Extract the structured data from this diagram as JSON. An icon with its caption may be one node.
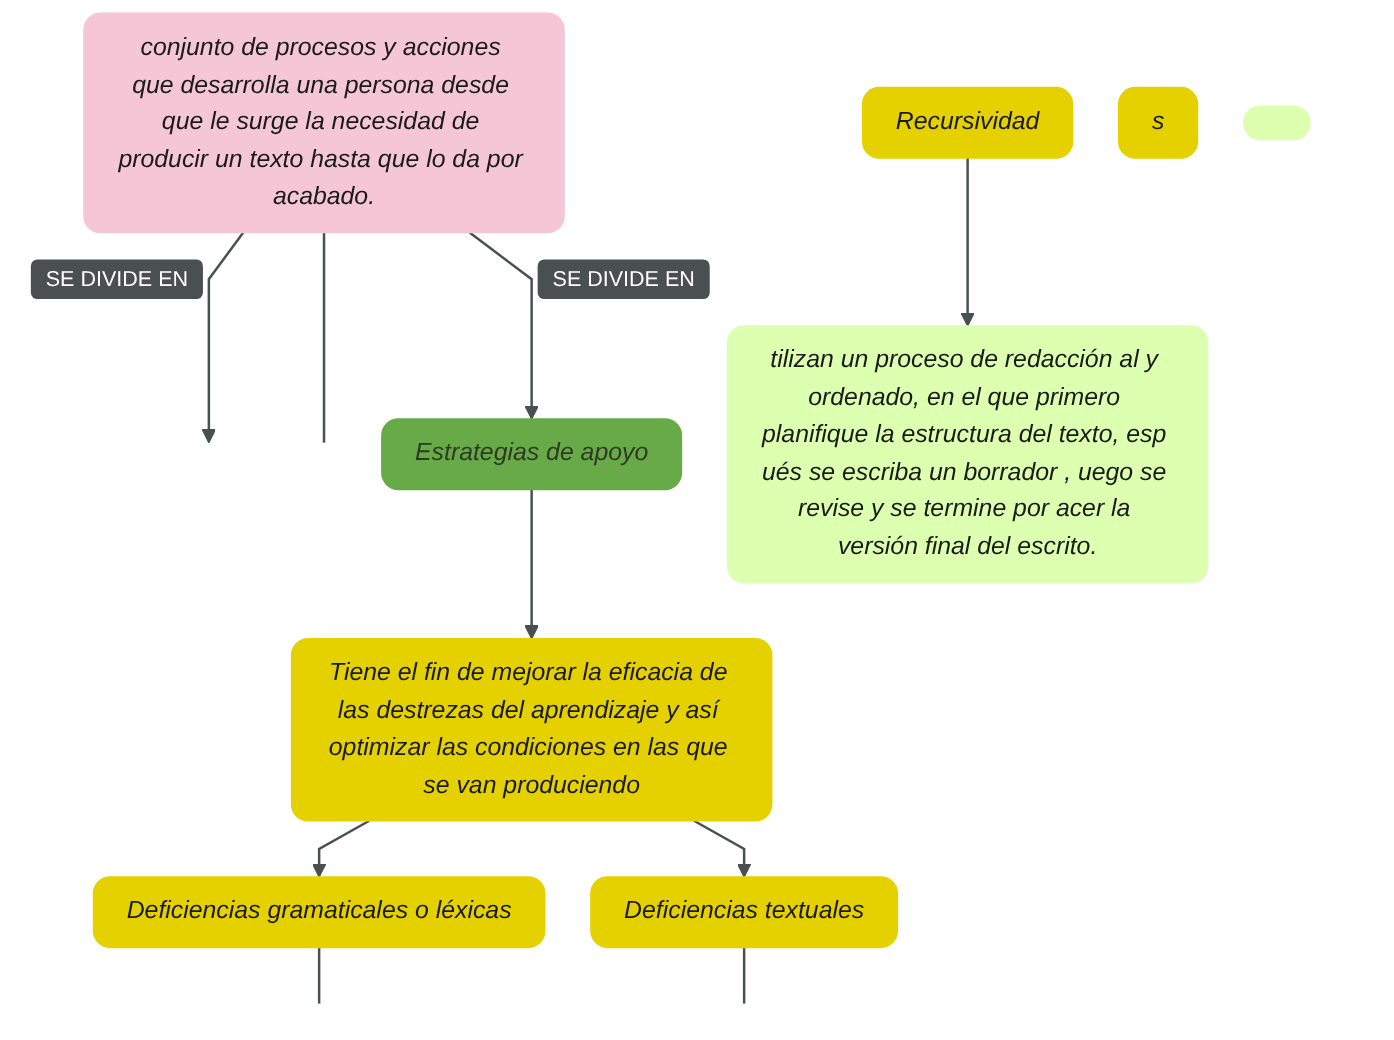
{
  "diagram": {
    "nodes": [
      {
        "text": [
          "conjunto de procesos y acciones que desarrolla una persona desde que le surge la necesidad de producir un texto hasta que lo da por acabado."
        ]
      },
      {
        "text": [
          "Recursividad"
        ]
      },
      {
        "text": [
          "Estrategias de apoyo"
        ]
      },
      {
        "text": [
          "tilizan un proceso de redacción al y ordenado, en el que primero planifique la estructura del texto, esp ués se escriba un borrador , uego se revise y se termine por acer la versión final del escrito."
        ]
      },
      {
        "text": [
          "Tiene el fin de mejorar la eficacia de las destrezas del aprendizaje y así optimizar las condiciones en las que se van produciendo"
        ]
      },
      {
        "text": [
          "s"
        ]
      },
      {
        "text": [
          "Deficiencias gramaticales o léxicas"
        ]
      },
      {
        "text": [
          "Deficiencias textuales"
        ]
      },
      {
        "text": [],
        "shape": "box"
      }
    ],
    "edges": [
      {
        "from": 0,
        "to": null,
        "arrow": "to",
        "label": "SE DIVIDE EN"
      },
      {
        "from": 0,
        "to": null,
        "arrow": "none"
      },
      {
        "from": 0,
        "to": 2,
        "arrow": "to",
        "label": "SE DIVIDE EN"
      },
      {
        "from": 1,
        "to": 3,
        "arrow": "to"
      },
      {
        "from": 2,
        "to": 4,
        "arrow": "to"
      },
      {
        "from": 4,
        "to": 6,
        "arrow": "to"
      },
      {
        "from": 4,
        "to": 7,
        "arrow": "to"
      },
      {
        "from": 6,
        "to": null,
        "arrow": "none"
      },
      {
        "from": 7,
        "to": null,
        "arrow": "none"
      }
    ]
  }
}
